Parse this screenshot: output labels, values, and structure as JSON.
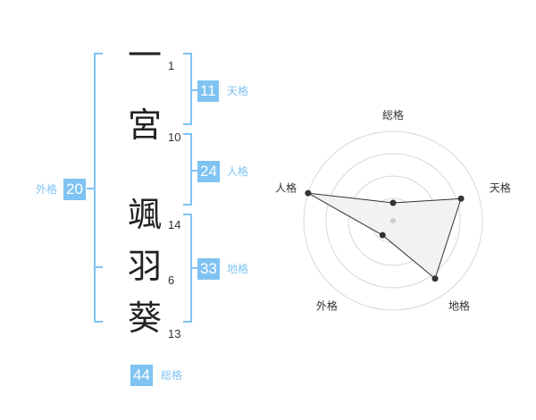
{
  "name_chars": [
    {
      "char": "一",
      "strokes": "1"
    },
    {
      "char": "宮",
      "strokes": "10"
    },
    {
      "char": "颯",
      "strokes": "14"
    },
    {
      "char": "羽",
      "strokes": "6"
    },
    {
      "char": "葵",
      "strokes": "13"
    }
  ],
  "fortunes": {
    "tenkaku": {
      "value": "11",
      "label": "天格"
    },
    "jinkaku": {
      "value": "24",
      "label": "人格"
    },
    "chikaku": {
      "value": "33",
      "label": "地格"
    },
    "gaikaku": {
      "value": "20",
      "label": "外格"
    },
    "soukaku": {
      "value": "44",
      "label": "総格"
    }
  },
  "chart_data": {
    "type": "radar",
    "axes": [
      "総格",
      "天格",
      "地格",
      "外格",
      "人格"
    ],
    "values": [
      1,
      4,
      4,
      1,
      5
    ],
    "max": 5,
    "rings": 4,
    "colors": {
      "fill": "#f0f0f0",
      "line": "#333333",
      "grid": "#d8d8d8"
    }
  },
  "colors": {
    "accent": "#7fc3f2"
  }
}
